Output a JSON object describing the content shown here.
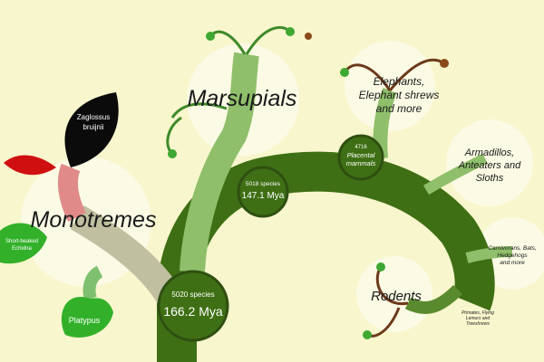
{
  "colors": {
    "background": "#f8f6cd",
    "trunk": "#3f6f14",
    "branch_light": "#8fbf6a",
    "bubble": "#fbfbe8",
    "node_ring": "#2f4f12",
    "leaf_dark": "#0b0b0b",
    "leaf_red": "#d01010",
    "leaf_green": "#32b02a",
    "monotreme_branch": "#e08a8a"
  },
  "groups": {
    "monotremes": "Monotremes",
    "marsupials": "Marsupials",
    "rodents": "Rodents",
    "elephants": [
      "Elephants,",
      "Elephant shrews",
      "and more"
    ],
    "armadillos": [
      "Armadillos,",
      "Anteaters and",
      "Sloths"
    ],
    "carnivorans": [
      "Carnivorans, Bats,",
      "Hedgehogs",
      "and more"
    ],
    "primates": [
      "Primates, Flying",
      "Lemurs and",
      "Treeshrews"
    ]
  },
  "leaves": {
    "zaglossus": [
      "Zaglossus",
      "bruijnii"
    ],
    "echidna": [
      "Short-beaked",
      "Echidna"
    ],
    "platypus": "Platypus"
  },
  "nodes": {
    "root": {
      "species": "5020 species",
      "age": "166.2 Mya"
    },
    "marsupial_split": {
      "species": "5018 species",
      "age": "147.1 Mya"
    },
    "placental": {
      "species": "4716",
      "name": [
        "Placental",
        "mammals"
      ]
    }
  }
}
